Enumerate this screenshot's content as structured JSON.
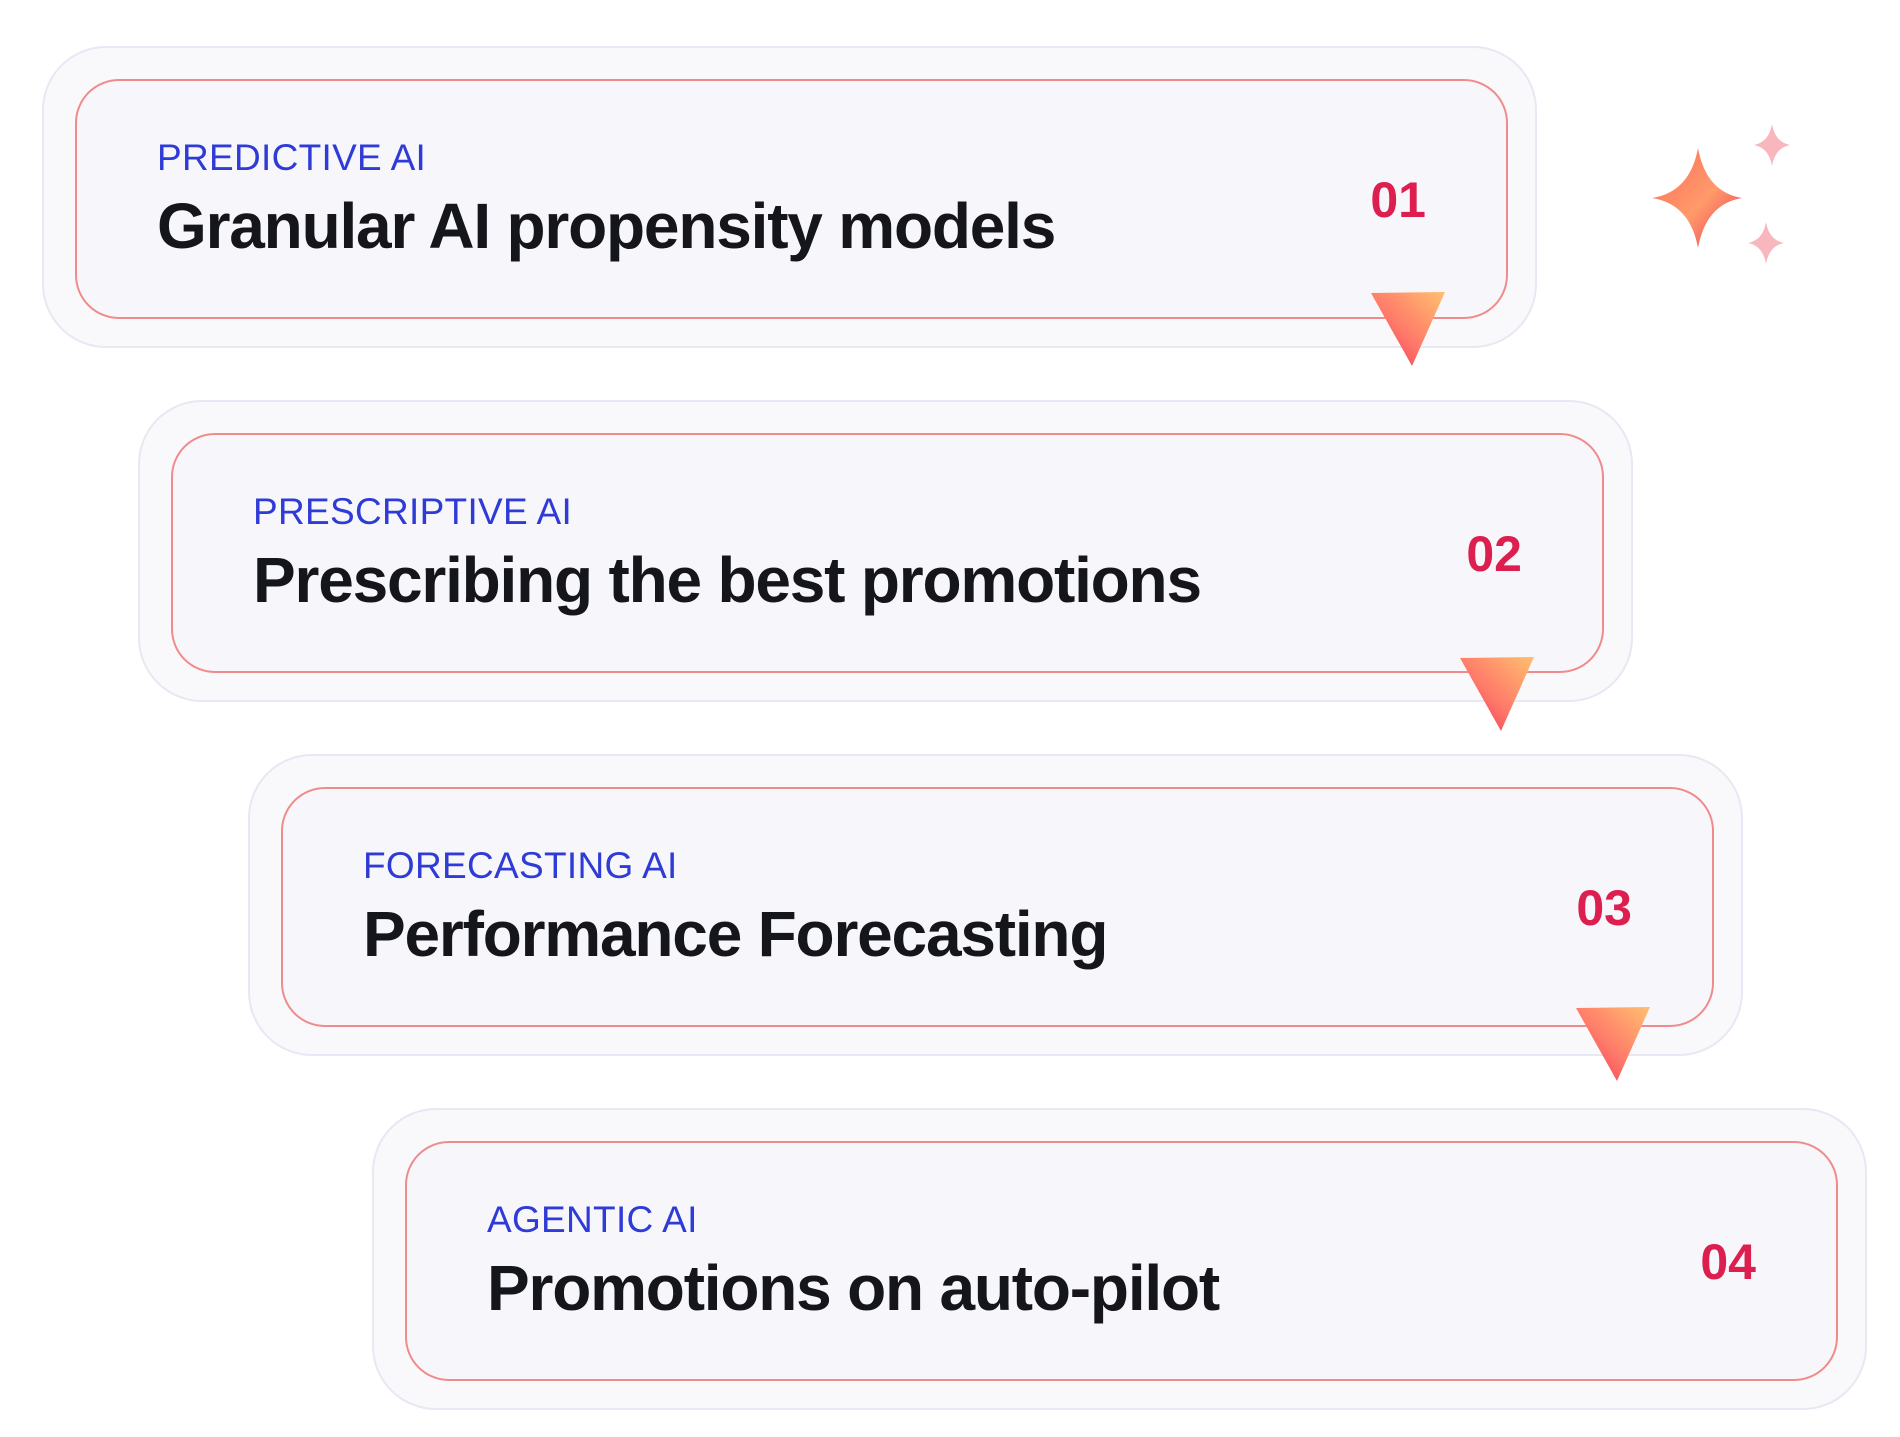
{
  "steps": [
    {
      "category": "PREDICTIVE AI",
      "title": "Granular AI propensity models",
      "number": "01"
    },
    {
      "category": "PRESCRIPTIVE AI",
      "title": "Prescribing the best promotions",
      "number": "02"
    },
    {
      "category": "FORECASTING AI",
      "title": "Performance Forecasting",
      "number": "03"
    },
    {
      "category": "AGENTIC AI",
      "title": "Promotions on auto-pilot",
      "number": "04"
    }
  ],
  "colors": {
    "category": "#2f3bd6",
    "title": "#15151c",
    "number": "#dc1f4f",
    "card_border": "#f08b8b",
    "outer_border": "#e6e8f4",
    "arrow_gradient": [
      "#ffb36b",
      "#ff4d6d"
    ],
    "sparkle_main": [
      "#ff9b6b",
      "#e83a59"
    ],
    "sparkle_small": "#f8b7bd"
  },
  "icons": {
    "connector": "arrow-down-triangle-icon",
    "decoration": "sparkles-icon"
  }
}
